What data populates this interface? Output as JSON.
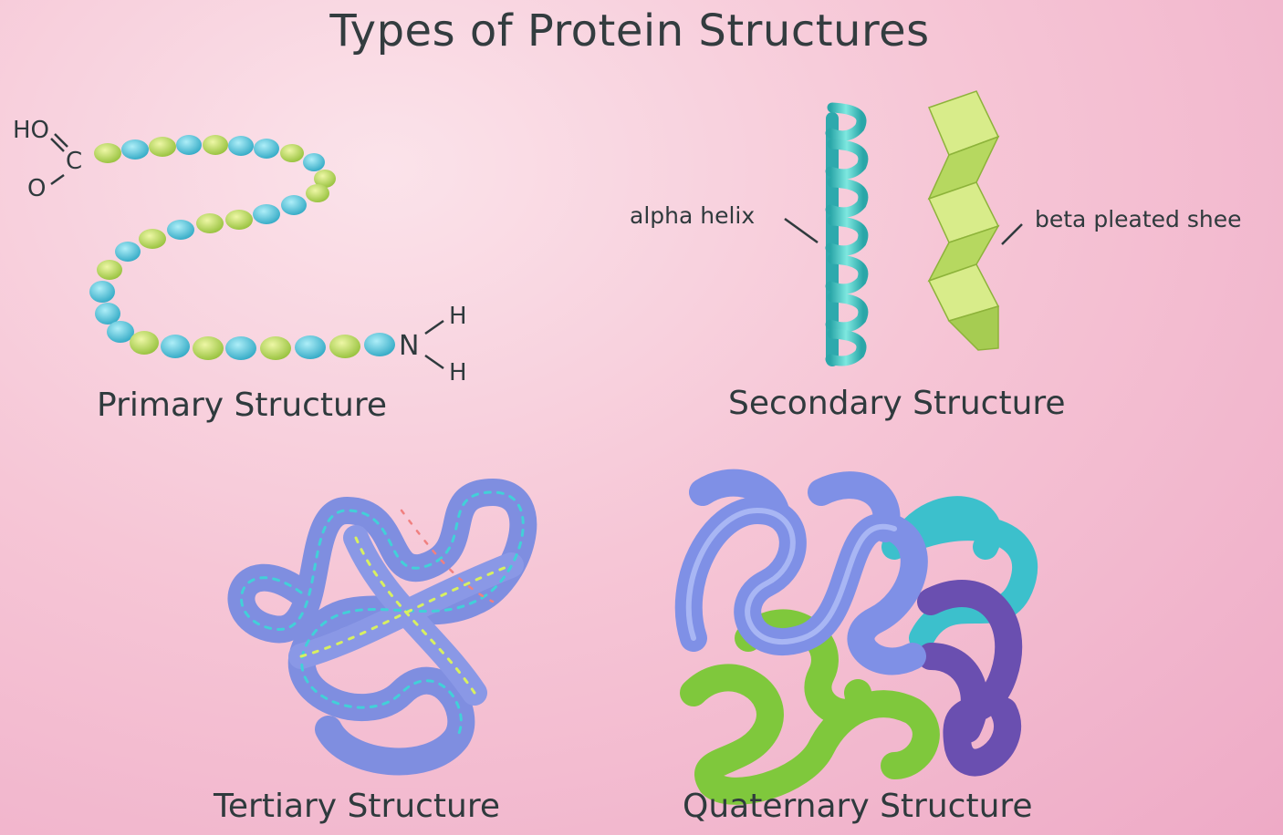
{
  "title": "Types of Protein Structures",
  "panels": {
    "primary": {
      "label": "Primary Structure",
      "chem": {
        "ho": "HO",
        "c": "C",
        "o": "O",
        "n": "N",
        "h1": "H",
        "h2": "H"
      }
    },
    "secondary": {
      "label": "Secondary Structure",
      "alpha_label": "alpha helix",
      "beta_label": "beta pleated shee"
    },
    "tertiary": {
      "label": "Tertiary Structure"
    },
    "quaternary": {
      "label": "Quaternary Structure"
    }
  },
  "colors": {
    "bead_blue": "#4fc3d8",
    "bead_green": "#b9d654",
    "helix": "#3fc4c0",
    "sheet": "#c8e070",
    "tertiary_tube": "#7f8ee0",
    "quat_green": "#7fc83c",
    "quat_purple": "#6a4fb0",
    "quat_teal": "#3cb8c8"
  }
}
